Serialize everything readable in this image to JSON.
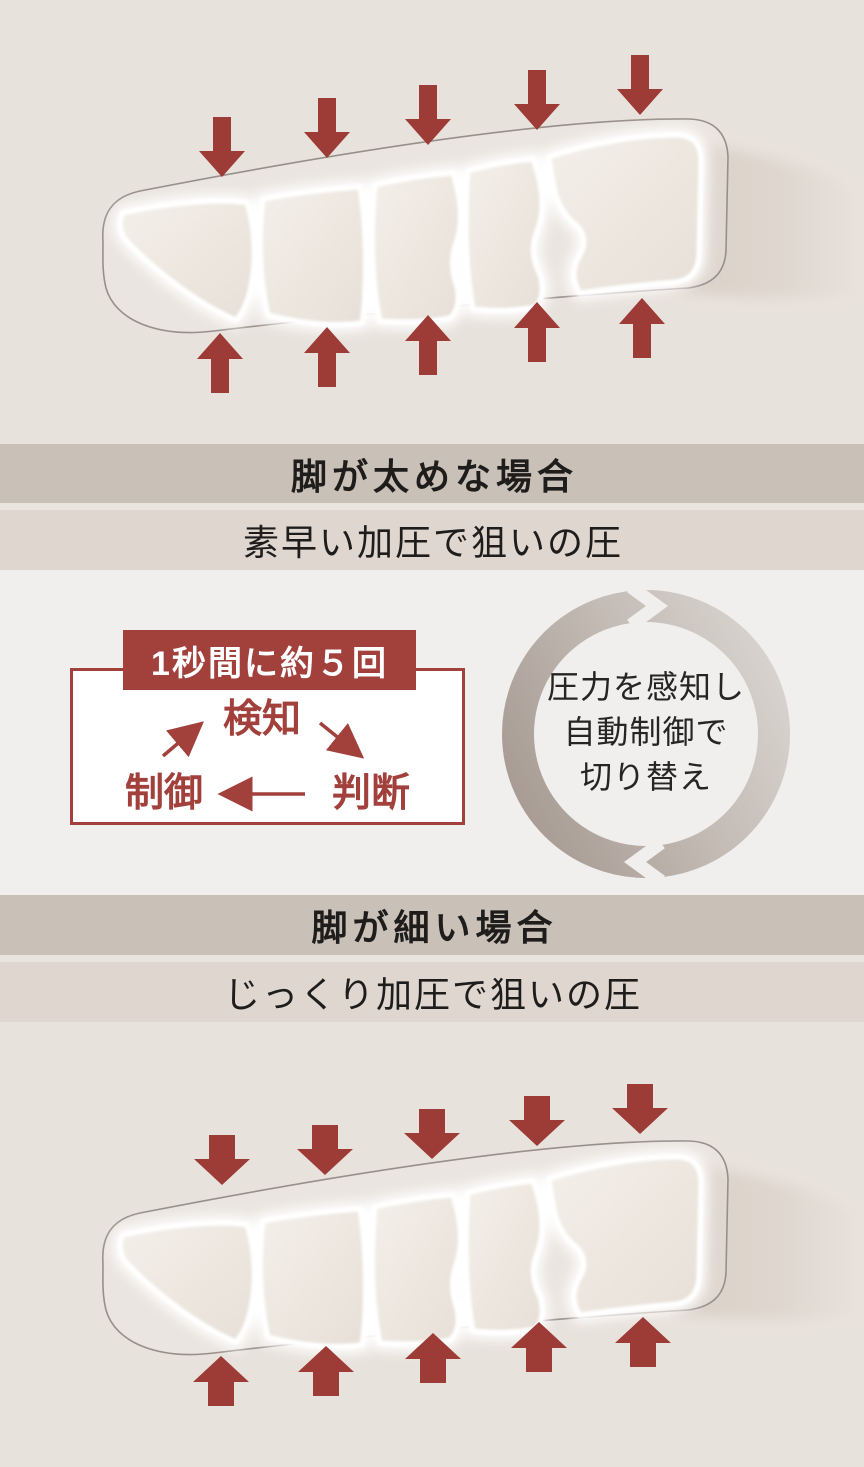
{
  "palette": {
    "beige_bg": "#e8e2dc",
    "banner_gray": "#c9c0b8",
    "banner_light": "#ded6cf",
    "middle_bg": "#f0efee",
    "accent_red": "#a2413c",
    "arrow_red": "#9d3b37",
    "text_dark": "#1f1d1c",
    "ring_gray_dark": "#a89c94",
    "ring_gray_light": "#d7d2cd"
  },
  "sections": {
    "thick": {
      "heading": "脚が太めな場合",
      "subheading": "素早い加圧で狙いの圧"
    },
    "thin": {
      "heading": "脚が細い場合",
      "subheading": "じっくり加圧で狙いの圧"
    }
  },
  "cycle": {
    "badge": "1秒間に約５回",
    "steps": [
      "検知",
      "判断",
      "制御"
    ]
  },
  "ring": {
    "lines": [
      "圧力を感知し",
      "自動制御で",
      "切り替え"
    ]
  }
}
